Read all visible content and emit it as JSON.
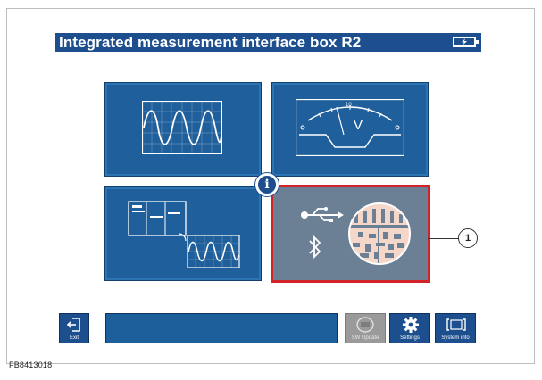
{
  "window": {
    "title": "Integrated measurement interface box R2",
    "battery_icon": "battery-charging-icon"
  },
  "tiles": [
    {
      "name": "oscilloscope",
      "icon": "oscilloscope-sine-wave-icon",
      "selected": false
    },
    {
      "name": "multimeter",
      "icon": "voltmeter-gauge-icon",
      "selected": false,
      "gauge_label": "10",
      "unit_label": "V"
    },
    {
      "name": "recorder",
      "icon": "recorder-signal-icon",
      "selected": false
    },
    {
      "name": "connection",
      "icon": "usb-bluetooth-icon",
      "selected": true
    }
  ],
  "info_badge": "i",
  "callout": {
    "number": "1"
  },
  "toolbar": {
    "exit_label": "Exit",
    "sw_update_label": "SW Update",
    "settings_label": "Settings",
    "system_info_label": "System info"
  },
  "footer": {
    "code": "FB8413018"
  },
  "colors": {
    "primary": "#1d4f8f",
    "tile": "#1f5f9b",
    "selected_tile": "#6b7f95",
    "selection_border": "#d2232a",
    "disabled_button": "#9a9a9a"
  }
}
